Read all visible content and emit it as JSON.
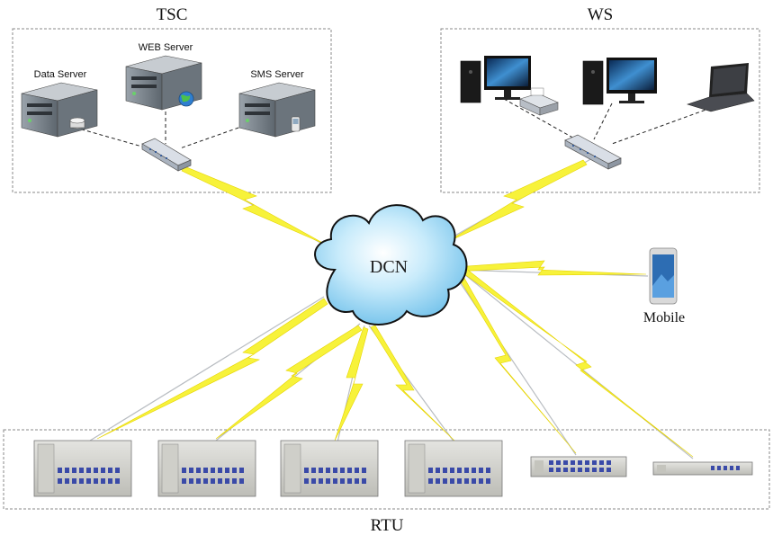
{
  "groups": {
    "tsc": "TSC",
    "ws": "WS",
    "rtu": "RTU"
  },
  "servers": {
    "data": "Data Server",
    "web": "WEB Server",
    "sms": "SMS Server"
  },
  "network": {
    "cloud": "DCN"
  },
  "devices": {
    "mobile": "Mobile"
  },
  "colors": {
    "lightning": "#f7f23a",
    "cloud": "#9ed6f2",
    "border": "#8a8a8a",
    "server": "#7d8690"
  }
}
